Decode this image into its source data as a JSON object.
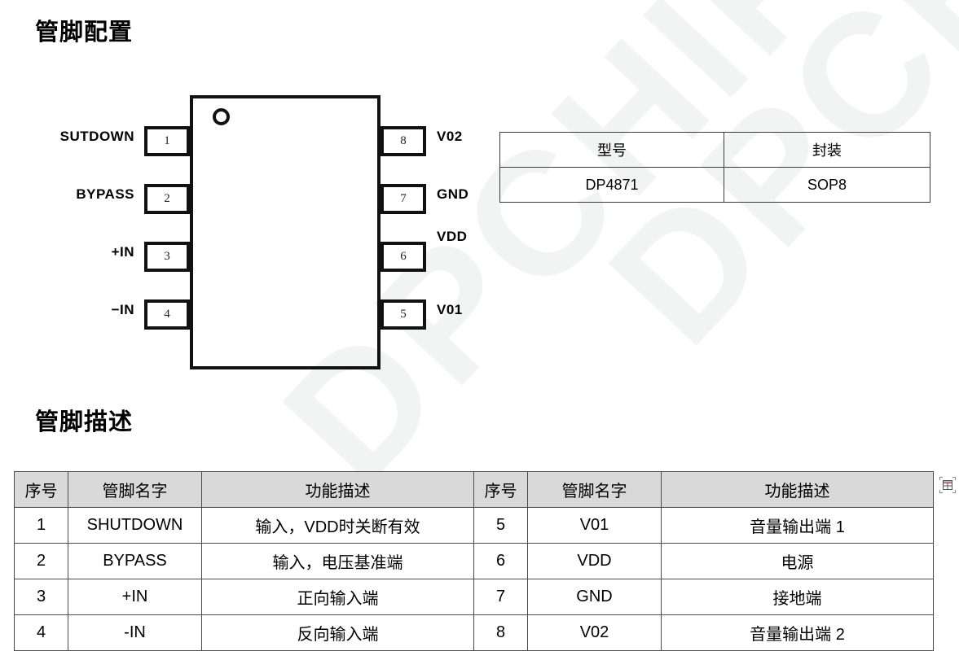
{
  "document": {
    "headings": {
      "pin_configuration": "管脚配置",
      "pin_description": "管脚描述"
    },
    "watermark": {
      "text_a": "DPCHIP",
      "text_b": "DPCHIP",
      "color": "#f2f3f3"
    }
  },
  "ic_diagram": {
    "marker": "pin1-dot-circle",
    "left_pins": [
      {
        "number": "1",
        "label": "SUTDOWN"
      },
      {
        "number": "2",
        "label": "BYPASS"
      },
      {
        "number": "3",
        "label": "+IN"
      },
      {
        "number": "4",
        "label": "−IN"
      }
    ],
    "right_pins": [
      {
        "number": "8",
        "label": "V02"
      },
      {
        "number": "7",
        "label": "GND"
      },
      {
        "number": "6",
        "label": "VDD"
      },
      {
        "number": "5",
        "label": "V01"
      }
    ]
  },
  "package_table": {
    "headers": [
      "型号",
      "封装"
    ],
    "rows": [
      [
        "DP4871",
        "SOP8"
      ]
    ]
  },
  "pin_description_table": {
    "headers": [
      "序号",
      "管脚名字",
      "功能描述",
      "序号",
      "管脚名字",
      "功能描述"
    ],
    "rows": [
      [
        "1",
        "SHUTDOWN",
        "输入，VDD时关断有效",
        "5",
        "V01",
        "音量输出端 1"
      ],
      [
        "2",
        "BYPASS",
        "输入，电压基准端",
        "6",
        "VDD",
        "电源"
      ],
      [
        "3",
        "+IN",
        "正向输入端",
        "7",
        "GND",
        "接地端"
      ],
      [
        "4",
        "-IN",
        "反向输入端",
        "8",
        "V02",
        "音量输出端 2"
      ]
    ],
    "header_fill": "#d9d9d9",
    "border_color": "#4a4a4a"
  },
  "overlay": {
    "table_detect_icon": "table-detect-icon"
  }
}
